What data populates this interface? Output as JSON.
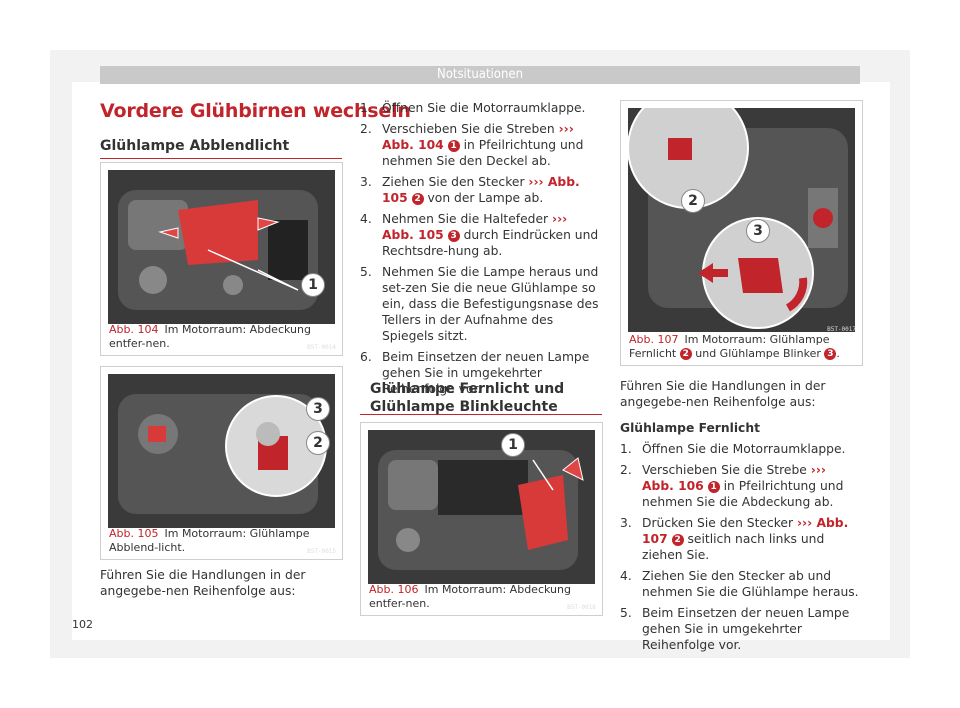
{
  "header": {
    "title": "Notsituationen"
  },
  "section": {
    "title": "Vordere Glühbirnen wechseln",
    "subtitle_1": "Glühlampe Abblendlicht",
    "subtitle_2": "Glühlampe Fernlicht und Glühlampe Blinkleuchte"
  },
  "figures": {
    "fig104": {
      "label": "Abb. 104",
      "caption": "Im Motorraum: Abdeckung entfer-nen.",
      "code": "B5T-0014",
      "callouts": [
        "1"
      ]
    },
    "fig105": {
      "label": "Abb. 105",
      "caption": "Im Motorraum: Glühlampe Abblend-licht.",
      "code": "B5T-0015",
      "callouts": [
        "3",
        "2"
      ]
    },
    "fig106": {
      "label": "Abb. 106",
      "caption": "Im Motorraum: Abdeckung entfer-nen.",
      "code": "B5T-0016",
      "callouts": [
        "1"
      ]
    },
    "fig107": {
      "label": "Abb. 107",
      "caption_a": "Im Motorraum: Glühlampe Fernlicht",
      "caption_b": "und Glühlampe Blinker",
      "c2": "2",
      "c3": "3",
      "code": "B5T-0017",
      "callouts": [
        "2",
        "3"
      ]
    }
  },
  "left_intro": "Führen Sie die Handlungen in der angegebe-nen Reihenfolge aus:",
  "middle_steps": [
    {
      "n": "1.",
      "text": "Öffnen Sie die Motorraumklappe."
    },
    {
      "n": "2.",
      "a": "Verschieben Sie die Streben",
      "ref": "››› Abb. 104",
      "c": "1",
      "b": "in Pfeilrichtung und nehmen Sie den Deckel ab."
    },
    {
      "n": "3.",
      "a": "Ziehen Sie den Stecker",
      "ref": "››› Abb. 105",
      "c": "2",
      "b": "von der Lampe ab."
    },
    {
      "n": "4.",
      "a": "Nehmen Sie die Haltefeder",
      "ref": "››› Abb. 105",
      "c": "3",
      "b": "durch Eindrücken und Rechtsdre-hung ab."
    },
    {
      "n": "5.",
      "text": "Nehmen Sie die Lampe heraus und set-zen Sie die neue Glühlampe so ein, dass die Befestigungsnase des Tellers in der Aufnahme des Spiegels sitzt."
    },
    {
      "n": "6.",
      "text": "Beim Einsetzen der neuen Lampe gehen Sie in umgekehrter Reihenfolge vor."
    }
  ],
  "right_intro": "Führen Sie die Handlungen in der angegebe-nen Reihenfolge aus:",
  "right_heading": "Glühlampe Fernlicht",
  "right_steps": [
    {
      "n": "1.",
      "text": "Öffnen Sie die Motorraumklappe."
    },
    {
      "n": "2.",
      "a": "Verschieben Sie die Strebe",
      "ref": "››› Abb. 106",
      "c": "1",
      "b": "in Pfeilrichtung und nehmen Sie die Abdeckung ab."
    },
    {
      "n": "3.",
      "a": "Drücken Sie den Stecker",
      "ref": "››› Abb. 107",
      "c": "2",
      "b": "seitlich nach links und ziehen Sie."
    },
    {
      "n": "4.",
      "text": "Ziehen Sie den Stecker ab und nehmen Sie die Glühlampe heraus."
    },
    {
      "n": "5.",
      "text": "Beim Einsetzen der neuen Lampe gehen Sie in umgekehrter Reihenfolge vor."
    }
  ],
  "page_number": "102",
  "colors": {
    "accent": "#c1242b",
    "header_bar": "#c9c9c9"
  }
}
